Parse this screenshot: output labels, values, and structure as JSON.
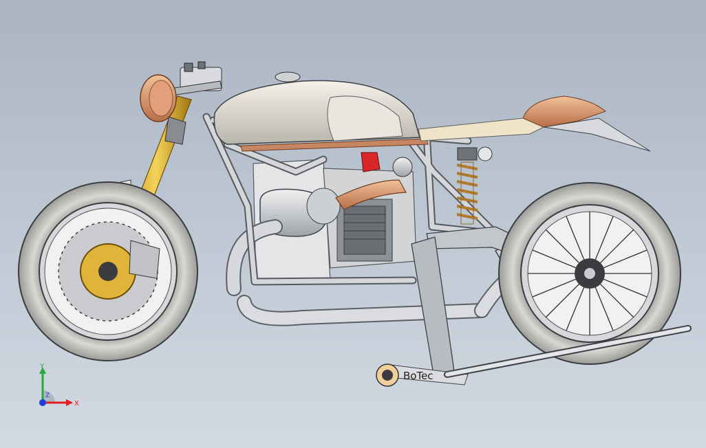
{
  "viewport": {
    "background_top": "#aab4c2",
    "background_bottom": "#d2d9e2"
  },
  "model": {
    "stand_brand": "BoTec",
    "colors": {
      "frame": "#c9ccd0",
      "frame_dark": "#6f7378",
      "tank": "#d9d6cc",
      "copper": "#cf8a63",
      "fork_gold": "#e0b43a",
      "tire": "#c4c4c0",
      "spring": "#e0bd73",
      "red_part": "#d8262a",
      "cream": "#efe4c8"
    }
  },
  "triad": {
    "x_label": "X",
    "y_label": "Y",
    "z_label": "Z",
    "x_color": "#e0201c",
    "y_color": "#1fae3a",
    "z_color": "#1c3fe0"
  }
}
